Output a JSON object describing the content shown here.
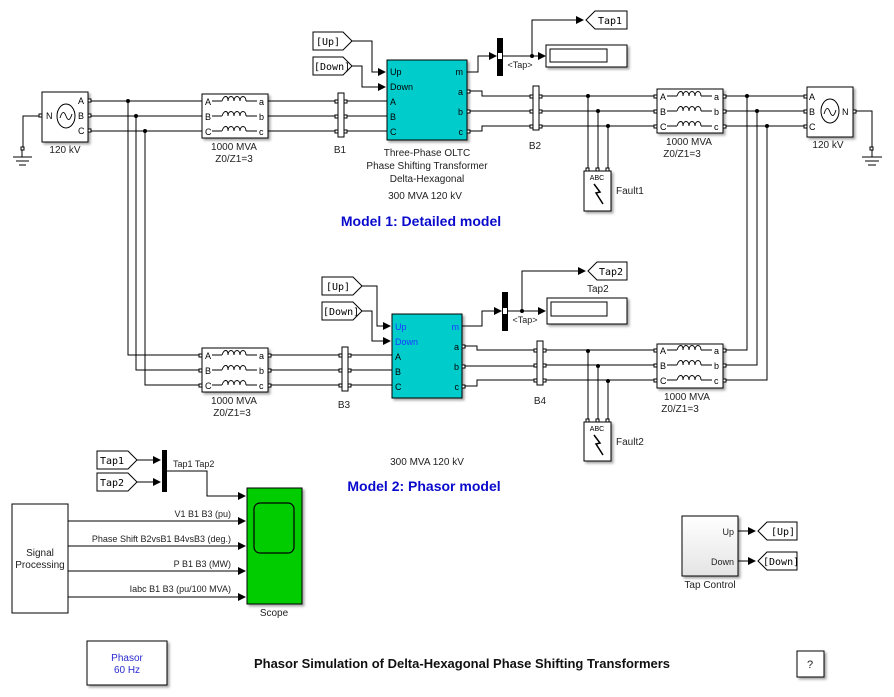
{
  "diagram": {
    "title": "Phasor Simulation of  Delta-Hexagonal Phase Shifting Transformers",
    "model1_title": "Model 1:  Detailed model",
    "model2_title": "Model 2:  Phasor model",
    "accent_colors": {
      "transformer_block": "#00cccc",
      "scope_block": "#00cc00",
      "title_blue": "#0a0acd"
    }
  },
  "model1": {
    "source_left": {
      "label": "120 kV",
      "ports": [
        "N",
        "A",
        "B",
        "C"
      ]
    },
    "line_left": {
      "label1": "1000 MVA",
      "label2": "Z0/Z1=3",
      "in_ports": [
        "A",
        "B",
        "C"
      ],
      "out_ports": [
        "a",
        "b",
        "c"
      ]
    },
    "bus_left": {
      "label": "B1"
    },
    "pst": {
      "in_ports": [
        "Up",
        "Down",
        "A",
        "B",
        "C"
      ],
      "out_ports": [
        "m",
        "a",
        "b",
        "c"
      ],
      "name_line1": "Three-Phase OLTC",
      "name_line2": "Phase Shifting Transformer",
      "name_line3": "Delta-Hexagonal",
      "rating": "300 MVA 120 kV"
    },
    "goto_up": "[Up]",
    "goto_down": "[Down]",
    "demux_signal": "<Tap>",
    "tap_tag": "Tap1",
    "bus_right": {
      "label": "B2"
    },
    "fault": {
      "label": "Fault1",
      "ports": "ABC"
    },
    "line_right": {
      "label1": "1000 MVA",
      "label2": "Z0/Z1=3",
      "in_ports": [
        "A",
        "B",
        "C"
      ],
      "out_ports": [
        "a",
        "b",
        "c"
      ]
    },
    "source_right": {
      "label": "120 kV",
      "ports": [
        "A",
        "B",
        "C",
        "N"
      ]
    }
  },
  "model2": {
    "line_left": {
      "label1": "1000 MVA",
      "label2": "Z0/Z1=3",
      "in_ports": [
        "A",
        "B",
        "C"
      ],
      "out_ports": [
        "a",
        "b",
        "c"
      ]
    },
    "bus_left": {
      "label": "B3"
    },
    "pst": {
      "in_ports": [
        "Up",
        "Down",
        "A",
        "B",
        "C"
      ],
      "out_ports": [
        "m",
        "a",
        "b",
        "c"
      ],
      "rating": "300 MVA 120 kV"
    },
    "goto_up": "[Up]",
    "goto_down": "[Down]",
    "demux_signal": "<Tap>",
    "tap_tag": "Tap2",
    "display_label": "Tap2",
    "bus_right": {
      "label": "B4"
    },
    "fault": {
      "label": "Fault2",
      "ports": "ABC"
    },
    "line_right": {
      "label1": "1000 MVA",
      "label2": "Z0/Z1=3",
      "in_ports": [
        "A",
        "B",
        "C"
      ],
      "out_ports": [
        "a",
        "b",
        "c"
      ]
    }
  },
  "measurement": {
    "from_tap1": "Tap1",
    "from_tap2": "Tap2",
    "mux_signal": "Tap1 Tap2",
    "signal_processing": {
      "line1": "Signal",
      "line2": "Processing"
    },
    "signals": [
      "V1 B1 B3  (pu)",
      "Phase Shift  B2vsB1  B4vsB3 (deg.)",
      "P B1 B3 (MW)",
      "Iabc B1 B3 (pu/100 MVA)"
    ],
    "scope_label": "Scope"
  },
  "tap_control": {
    "label": "Tap Control",
    "out_ports": [
      "Up",
      "Down"
    ],
    "goto_up": "[Up]",
    "goto_down": "[Down]"
  },
  "powergui": {
    "line1": "Phasor",
    "line2": "60 Hz"
  },
  "help_button": "?"
}
